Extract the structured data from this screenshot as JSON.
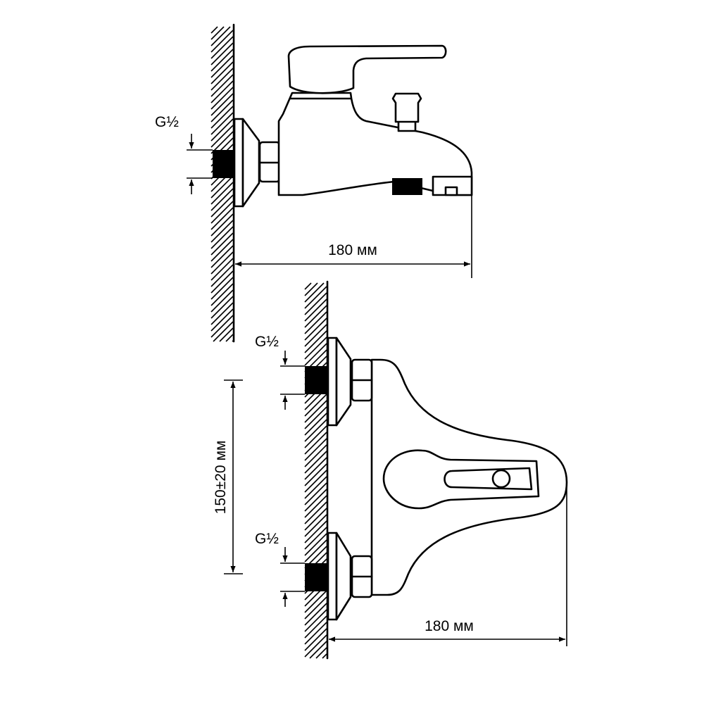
{
  "top_view": {
    "thread_label": "G½",
    "width_dimension": "180 мм"
  },
  "front_view": {
    "thread_label_upper": "G½",
    "thread_label_lower": "G½",
    "spacing_dimension": "150±20 мм",
    "width_dimension": "180 мм"
  }
}
